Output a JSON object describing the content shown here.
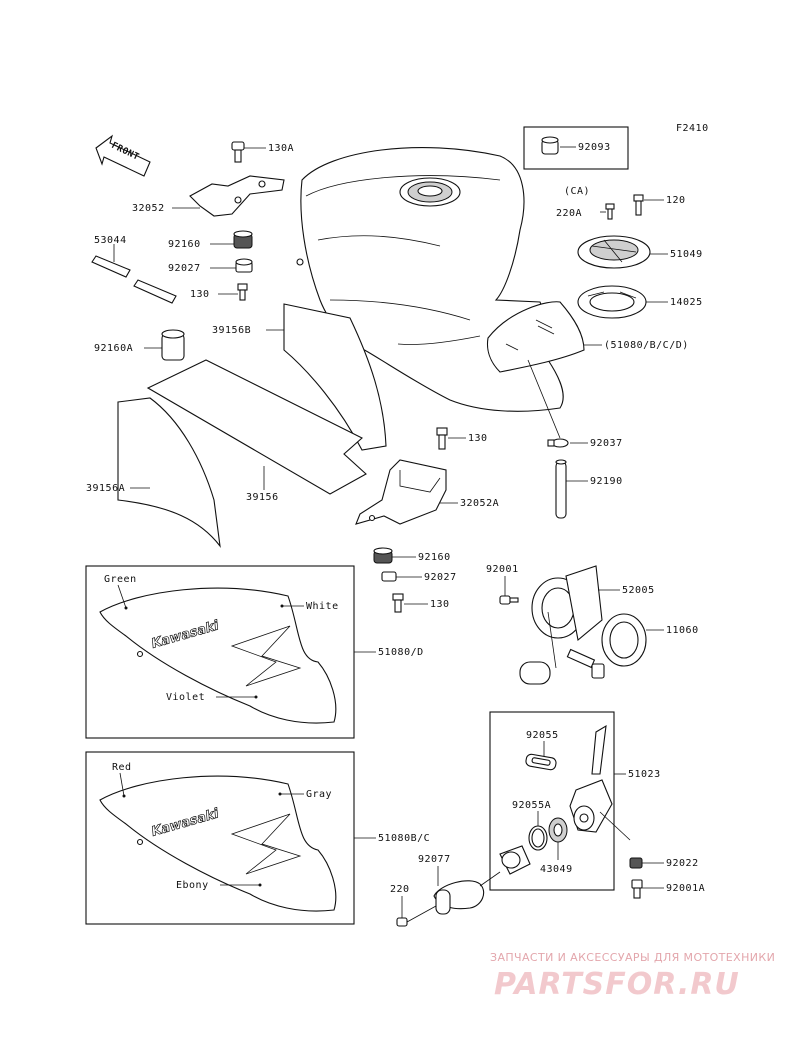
{
  "diagram_code": "F2410",
  "front_label": "FRONT",
  "group_label": "(CA)",
  "labels": [
    {
      "id": "130A",
      "text": "130A"
    },
    {
      "id": "32052",
      "text": "32052"
    },
    {
      "id": "53044",
      "text": "53044"
    },
    {
      "id": "92160",
      "text": "92160"
    },
    {
      "id": "92027",
      "text": "92027"
    },
    {
      "id": "130",
      "text": "130"
    },
    {
      "id": "92160A",
      "text": "92160A"
    },
    {
      "id": "39156B",
      "text": "39156B"
    },
    {
      "id": "39156A",
      "text": "39156A"
    },
    {
      "id": "39156",
      "text": "39156"
    },
    {
      "id": "92093",
      "text": "92093"
    },
    {
      "id": "220A",
      "text": "220A"
    },
    {
      "id": "120",
      "text": "120"
    },
    {
      "id": "51049",
      "text": "51049"
    },
    {
      "id": "14025",
      "text": "14025"
    },
    {
      "id": "51080BCD",
      "text": "(51080/B/C/D)"
    },
    {
      "id": "130b",
      "text": "130"
    },
    {
      "id": "92037",
      "text": "92037"
    },
    {
      "id": "92190",
      "text": "92190"
    },
    {
      "id": "32052A",
      "text": "32052A"
    },
    {
      "id": "92160b",
      "text": "92160"
    },
    {
      "id": "92027b",
      "text": "92027"
    },
    {
      "id": "130c",
      "text": "130"
    },
    {
      "id": "92001",
      "text": "92001"
    },
    {
      "id": "52005",
      "text": "52005"
    },
    {
      "id": "11060",
      "text": "11060"
    },
    {
      "id": "51080D",
      "text": "51080/D"
    },
    {
      "id": "51080BC",
      "text": "51080B/C"
    },
    {
      "id": "51023",
      "text": "51023"
    },
    {
      "id": "92055",
      "text": "92055"
    },
    {
      "id": "92055A",
      "text": "92055A"
    },
    {
      "id": "43049",
      "text": "43049"
    },
    {
      "id": "92077",
      "text": "92077"
    },
    {
      "id": "220",
      "text": "220"
    },
    {
      "id": "92022",
      "text": "92022"
    },
    {
      "id": "92001A",
      "text": "92001A"
    }
  ],
  "decal_upper": {
    "logo": "Kawasaki",
    "color1": "Green",
    "color2": "White",
    "color3": "Violet"
  },
  "decal_lower": {
    "logo": "Kawasaki",
    "color1": "Red",
    "color2": "Gray",
    "color3": "Ebony"
  },
  "watermark": {
    "line1": "ЗАПЧАСТИ И АКСЕССУАРЫ ДЛЯ МОТОТЕХНИКИ",
    "line2": "PARTSFOR.RU"
  },
  "colors": {
    "ink": "#111111",
    "watermark": "#e3a6ac"
  }
}
